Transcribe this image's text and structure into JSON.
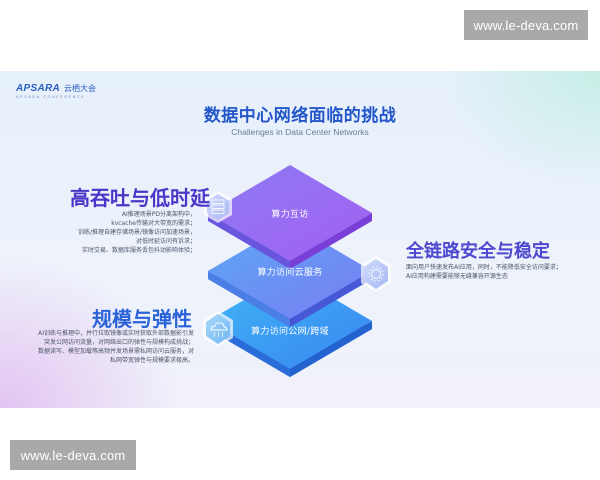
{
  "watermarks": {
    "top": "www.le-deva.com",
    "bottom": "www.le-deva.com"
  },
  "slide": {
    "logo": {
      "brand": "APSARA",
      "brand_cn": "云栖大会",
      "subtitle": "APSARA CONFERENCE"
    },
    "title": "数据中心网络面临的挑战",
    "subtitle": "Challenges in Data Center Networks",
    "layers": [
      {
        "label": "算力互访",
        "icon": "server-icon",
        "color_top": "#9a6cf0",
        "color_side": "#6f45d8"
      },
      {
        "label": "算力访问云服务",
        "icon": "gear-icon",
        "color_top": "#6f8cf2",
        "color_side": "#4a66de"
      },
      {
        "label": "算力访问公网/跨域",
        "icon": "cloud-icon",
        "color_top": "#45a4f4",
        "color_side": "#2f78e6"
      }
    ],
    "challenges": [
      {
        "heading": "高吞吐与低时延",
        "lines": [
          "AI推理场景PD分离架构中，",
          "kvcache传输对大带宽的需求；",
          "训练/推理自建存储场景/镜像访问加速场景，",
          "对低时延访问有诉求；",
          "实时交易、数据库服务丢包抖动影响体验；"
        ]
      },
      {
        "heading": "全链路安全与稳定",
        "lines": [
          "面向用户快速发布AI应用，同时，不能降低安全访问要求；",
          "AI应用构建需要能够无缝兼容开源生态"
        ]
      },
      {
        "heading": "规模与弹性",
        "lines": [
          "AI训练与推理中，并行拉取镜像或实时获取外部数据影引发",
          "突发公网访问流量，对网络出口的弹性与规模构成挑战；",
          "数据读写、模型加载等高频并发场景需私网访问云服务，对",
          "私网带宽弹性与规模要求极高。"
        ]
      }
    ]
  }
}
